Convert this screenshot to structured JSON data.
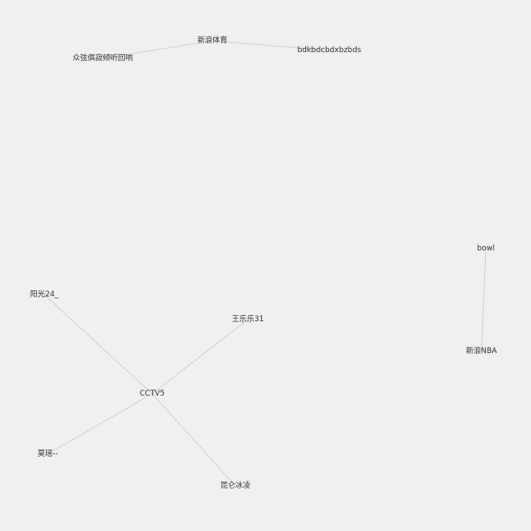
{
  "graph": {
    "nodes": [
      {
        "id": "sina_sports",
        "label": "新浪体育"
      },
      {
        "id": "zhongxian",
        "label": "众弦俱寂倾听回响"
      },
      {
        "id": "bdk",
        "label": "bdkbdcbdxbzbds"
      },
      {
        "id": "bowl",
        "label": "bowl"
      },
      {
        "id": "sina_nba",
        "label": "新浪NBA"
      },
      {
        "id": "yangguang",
        "label": "阳光24_"
      },
      {
        "id": "wanglele",
        "label": "王乐乐31"
      },
      {
        "id": "cctv5",
        "label": "CCTV5"
      },
      {
        "id": "molin",
        "label": "莫瑶--"
      },
      {
        "id": "kunlun",
        "label": "昆仑冰凌"
      }
    ],
    "edges": [
      {
        "source": "zhongxian",
        "target": "sina_sports"
      },
      {
        "source": "sina_sports",
        "target": "bdk"
      },
      {
        "source": "bowl",
        "target": "sina_nba"
      },
      {
        "source": "yangguang",
        "target": "cctv5"
      },
      {
        "source": "cctv5",
        "target": "kunlun"
      },
      {
        "source": "wanglele",
        "target": "cctv5"
      },
      {
        "source": "cctv5",
        "target": "molin"
      }
    ]
  }
}
